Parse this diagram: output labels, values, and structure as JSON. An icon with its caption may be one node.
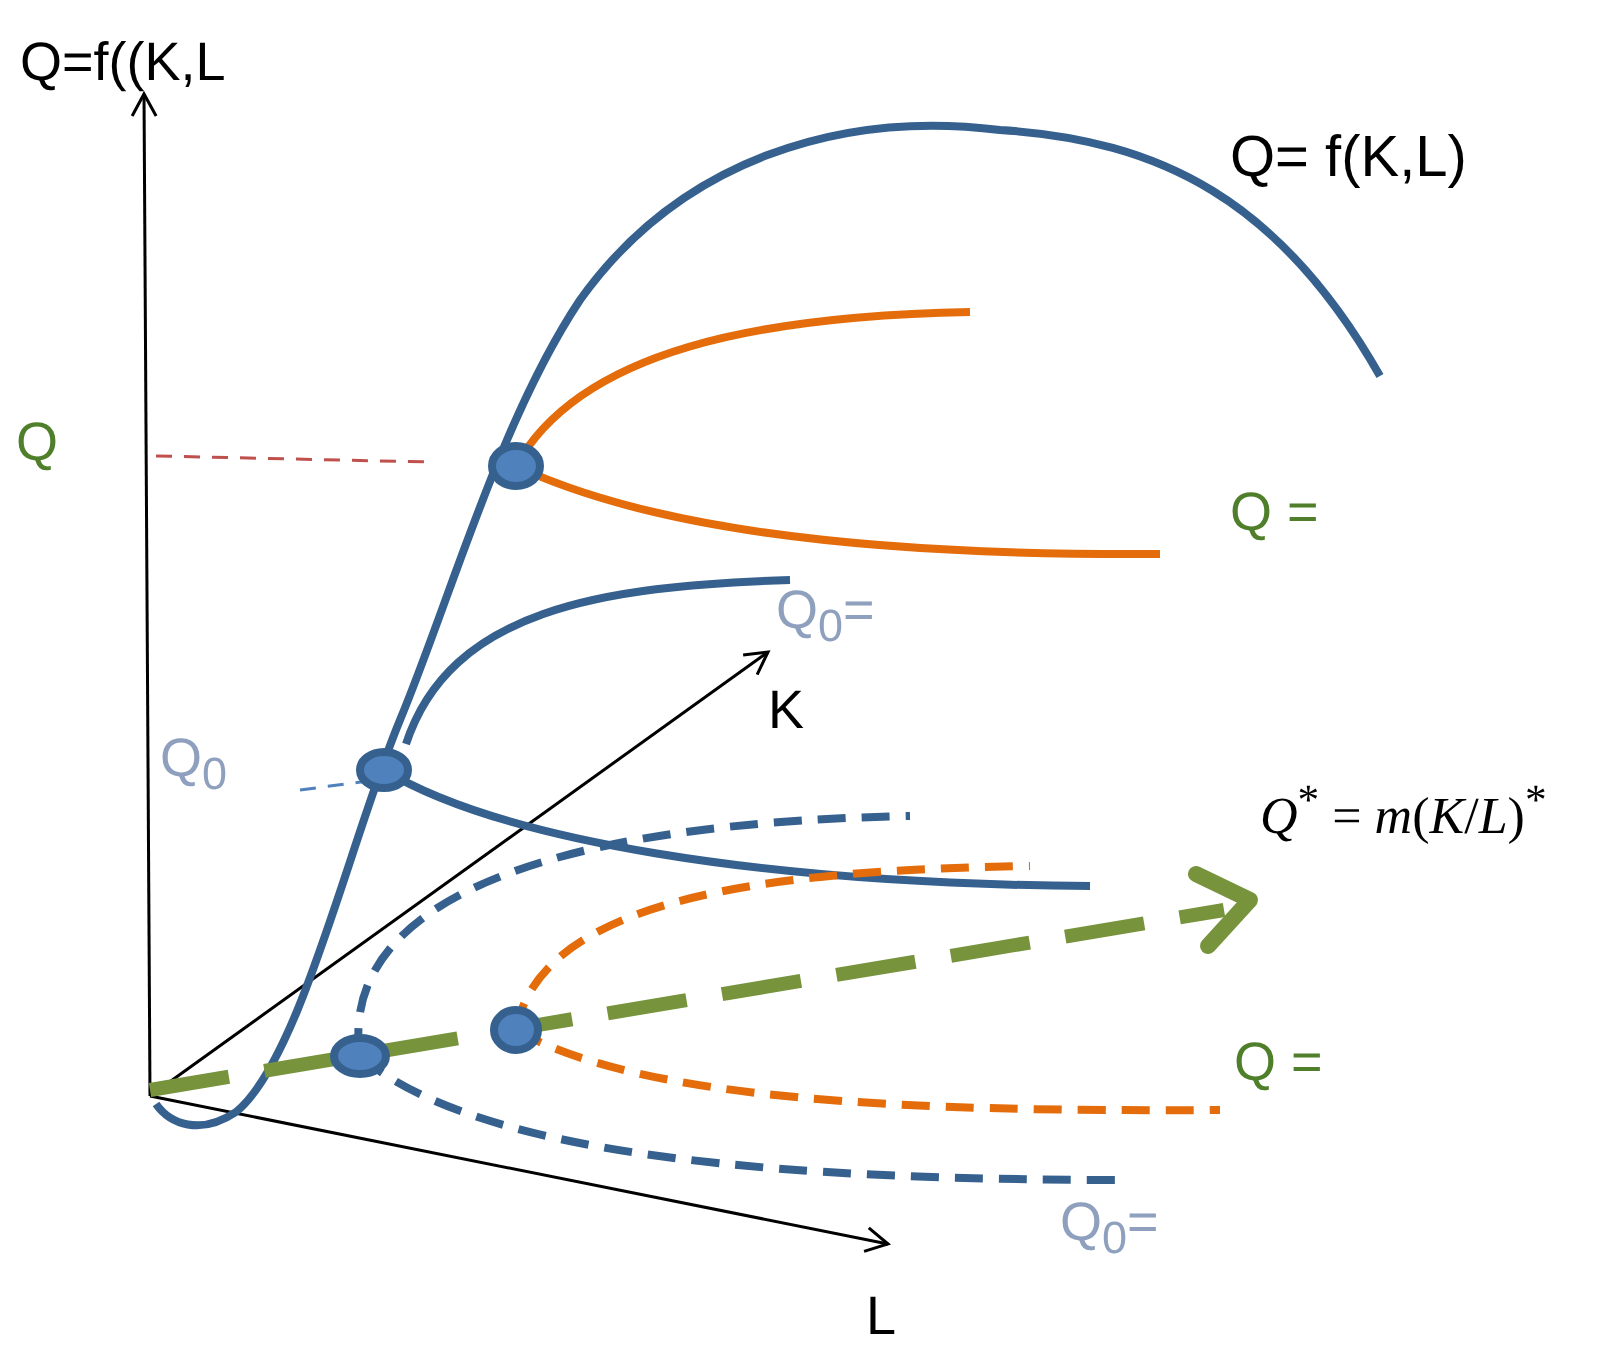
{
  "diagram": {
    "labels": [
      "Q=f((K,L",
      "Q= f(K,L)",
      "Q",
      "Q =",
      "Q$_{0}$=",
      "K",
      "Q$_{0}$",
      "*Q*$^{*}$ = *m*(*K*/*L*)$^{*}$",
      "Q =",
      "Q$_{0}$=",
      "L"
    ]
  }
}
